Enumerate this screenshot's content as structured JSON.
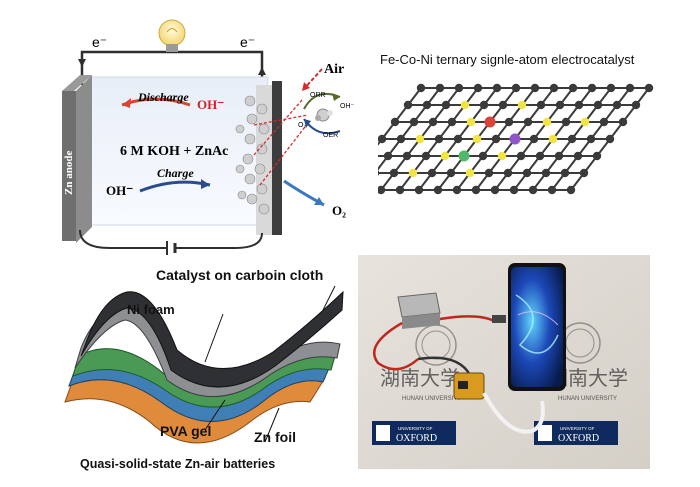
{
  "battery": {
    "electron_left": "e⁻",
    "electron_right": "e⁻",
    "air_label": "Air",
    "discharge_label": "Discharge",
    "charge_label": "Charge",
    "electrolyte_label": "6 M KOH + ZnAc",
    "oh_top": "OH⁻",
    "oh_bottom": "OH⁻",
    "anode_label": "Zn anode",
    "orr_label": "ORR",
    "oer_label": "OER",
    "oh_small": "OH⁻",
    "o2_small": "O₂",
    "o2_out": "O₂"
  },
  "catalyst": {
    "title": "Fe-Co-Ni ternary signle-atom electrocatalyst",
    "colors": {
      "carbon": "#3a3a3a",
      "nitrogen": "#f2e443",
      "fe": "#d9433a",
      "co": "#8f55c9",
      "ni": "#4fb86a"
    }
  },
  "flexible_battery": {
    "catalyst_label": "Catalyst on carboin cloth",
    "ni_foam_label": "Ni foam",
    "pva_label": "PVA gel",
    "zn_label": "Zn foil",
    "caption": "Quasi-solid-state Zn-air batteries"
  },
  "photo": {
    "hunan_cn": "湖南大学",
    "hunan_en": "HUNAN UNIVERSITY",
    "oxford_small": "UNIVERSITY OF",
    "oxford_big": "OXFORD"
  }
}
